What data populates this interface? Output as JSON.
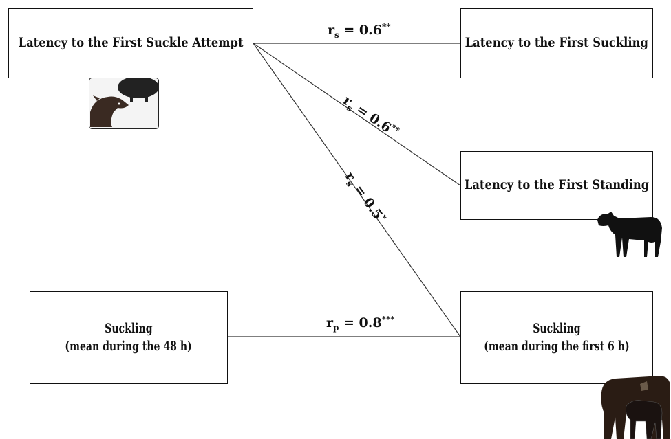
{
  "nodes": {
    "first_suckle_attempt": "Latency to the First Suckle Attempt",
    "first_suckling": "Latency to the First Suckling",
    "first_standing": "Latency to the First Standing",
    "suckling_48h_line1": "Suckling",
    "suckling_48h_line2": "(mean during the 48 h)",
    "suckling_6h_line1": "Suckling",
    "suckling_6h_line2": "(mean during the first 6 h)"
  },
  "edges": {
    "attempt_to_suckling": {
      "coef": "r",
      "sub": "s",
      "value": " = 0.6",
      "stars": "**"
    },
    "attempt_to_standing": {
      "coef": "r",
      "sub": "s",
      "value": " = 0.6",
      "stars": "**"
    },
    "attempt_to_suckling6h": {
      "coef": "r",
      "sub": "s",
      "value": " = 0.5",
      "stars": "*"
    },
    "suckling48h_to_suckling6h": {
      "coef": "r",
      "sub": "p",
      "value": " = 0.8",
      "stars": "***"
    }
  },
  "icons": [
    "calf-suckling-icon",
    "standing-calf-icon",
    "cow-and-calf-icon"
  ]
}
